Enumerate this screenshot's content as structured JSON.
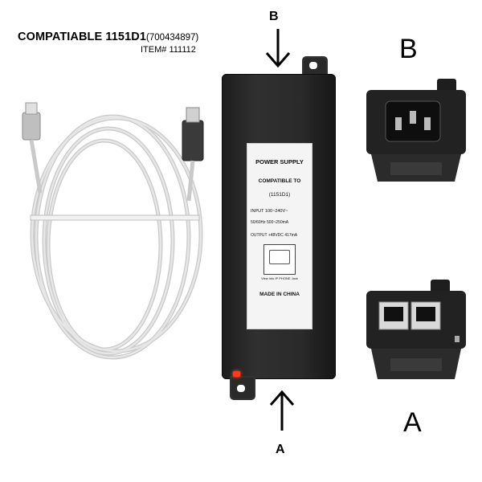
{
  "header": {
    "title_main": "COMPATIABLE 1151D1",
    "title_part": "(700434897)",
    "item": "ITEM# 111112"
  },
  "labels": {
    "top_small": "B",
    "bottom_small": "A",
    "view_b": "B",
    "view_a": "A"
  },
  "sticker": {
    "power_supply": "POWER SUPPLY",
    "compatible_to": "COMPATIBLE TO",
    "model": "(1151D1)",
    "input": "INPUT 100~240V~",
    "frequency": "50/60Hz 500~250mA",
    "output": "OUTPUT +48VDC 417mA",
    "jack_note": "View into IP PHONE Jack",
    "made_in": "MADE IN CHINA"
  },
  "icons": {
    "arrow_down": "arrow-down-icon",
    "arrow_up": "arrow-up-icon"
  },
  "colors": {
    "adapter": "#2a2a2a",
    "led": "#ff3a1a",
    "cable": "#d8d8d8"
  }
}
